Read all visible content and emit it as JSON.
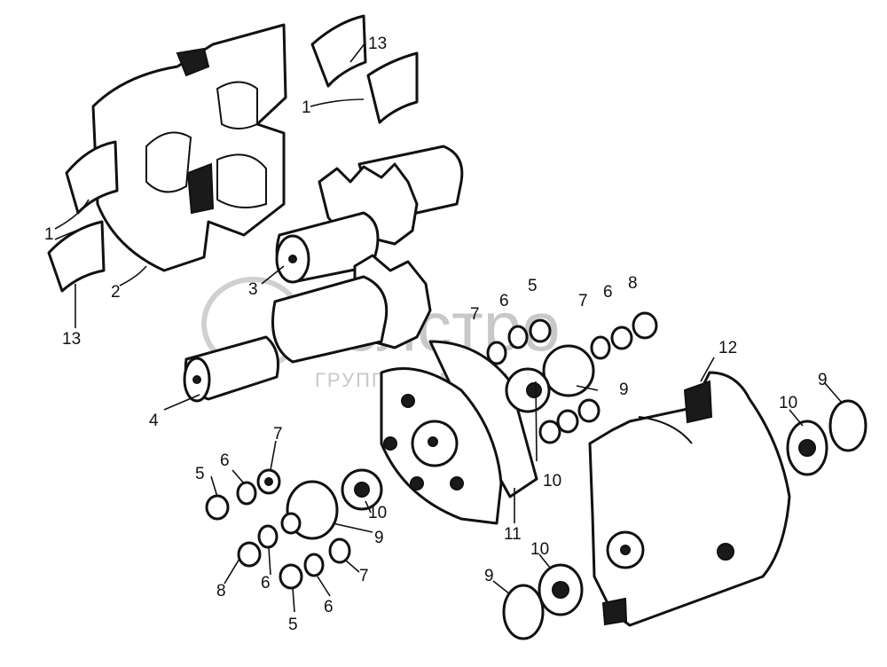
{
  "watermark": {
    "brand": "белстро",
    "subtitle": "ГРУППА КОМПАНИЙ"
  },
  "labels": [
    {
      "id": "l13a",
      "text": "13"
    },
    {
      "id": "l1a",
      "text": "1"
    },
    {
      "id": "l1b",
      "text": "1"
    },
    {
      "id": "l2",
      "text": "2"
    },
    {
      "id": "l13b",
      "text": "13"
    },
    {
      "id": "l3",
      "text": "3"
    },
    {
      "id": "l4",
      "text": "4"
    },
    {
      "id": "l5a",
      "text": "5"
    },
    {
      "id": "l6a",
      "text": "6"
    },
    {
      "id": "l7a",
      "text": "7"
    },
    {
      "id": "l7b",
      "text": "7"
    },
    {
      "id": "l6b",
      "text": "6"
    },
    {
      "id": "l8a",
      "text": "8"
    },
    {
      "id": "l12",
      "text": "12"
    },
    {
      "id": "l9a",
      "text": "9"
    },
    {
      "id": "l10a",
      "text": "10"
    },
    {
      "id": "l9b",
      "text": "9"
    },
    {
      "id": "l10b",
      "text": "10"
    },
    {
      "id": "l5b",
      "text": "5"
    },
    {
      "id": "l6c",
      "text": "6"
    },
    {
      "id": "l7c",
      "text": "7"
    },
    {
      "id": "l10c",
      "text": "10"
    },
    {
      "id": "l9c",
      "text": "9"
    },
    {
      "id": "l11",
      "text": "11"
    },
    {
      "id": "l8b",
      "text": "8"
    },
    {
      "id": "l6d",
      "text": "6"
    },
    {
      "id": "l7d",
      "text": "7"
    },
    {
      "id": "l5c",
      "text": "5"
    },
    {
      "id": "l6e",
      "text": "6"
    },
    {
      "id": "l9d",
      "text": "9"
    },
    {
      "id": "l10d",
      "text": "10"
    }
  ]
}
